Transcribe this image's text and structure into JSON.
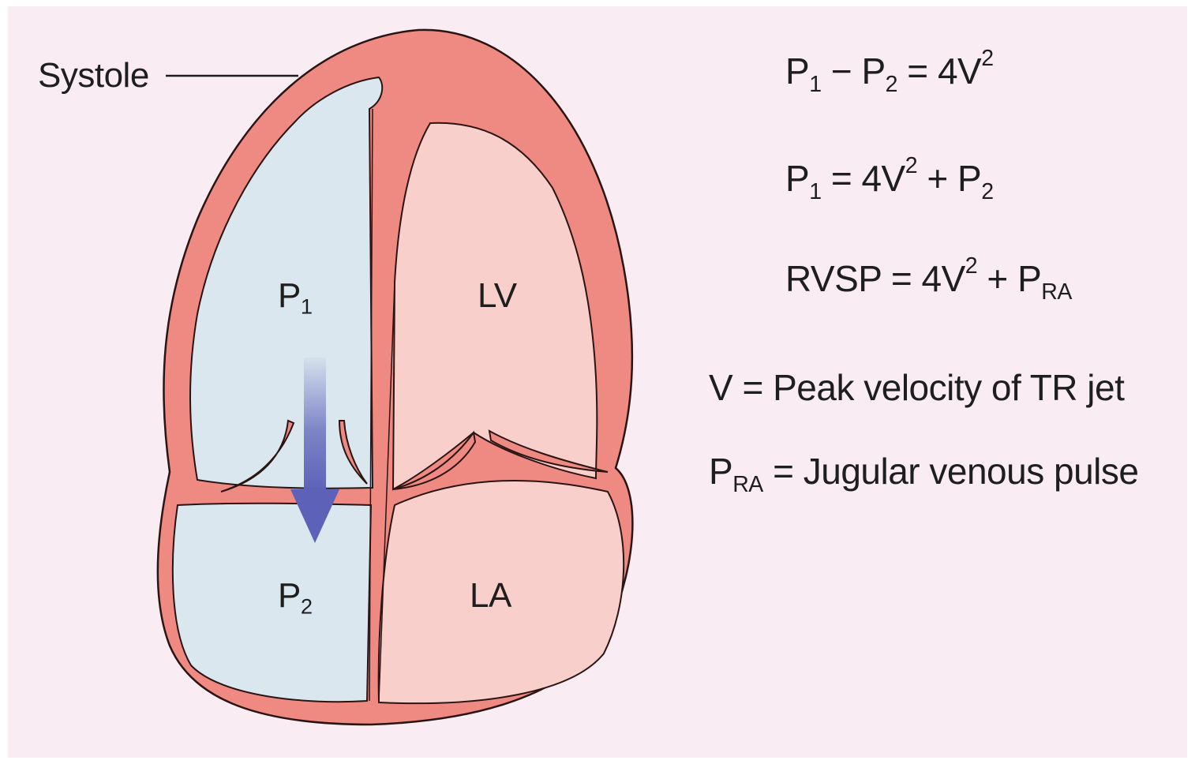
{
  "colors": {
    "background": "#f9ecf2",
    "myocardium": "#ef8a83",
    "myocardium_outline": "#2a1414",
    "right_chambers": "#dbe7ef",
    "left_chambers": "#f8cfca",
    "arrow": "#5d62b8"
  },
  "labels": {
    "systole": "Systole",
    "p1": {
      "base": "P",
      "sub": "1"
    },
    "p2": {
      "base": "P",
      "sub": "2"
    },
    "lv": "LV",
    "la": "LA"
  },
  "equations": {
    "eq1": {
      "a": "P",
      "a_sub": "1",
      "minus": " − ",
      "b": "P",
      "b_sub": "2",
      "rhs": " = 4V",
      "rhs_sup": "2"
    },
    "eq2": {
      "a": "P",
      "a_sub": "1",
      "mid": " = 4V",
      "mid_sup": "2",
      "tail": " + P",
      "tail_sub": "2"
    },
    "eq3": {
      "a": "RVSP = 4V",
      "a_sup": "2",
      "tail": " + P",
      "tail_sub": "RA"
    },
    "def_v": "V = Peak velocity of TR jet",
    "def_pra": {
      "a": "P",
      "a_sub": "RA",
      "rest": " = Jugular venous pulse"
    }
  },
  "icons": [
    "flow-arrow-icon"
  ]
}
